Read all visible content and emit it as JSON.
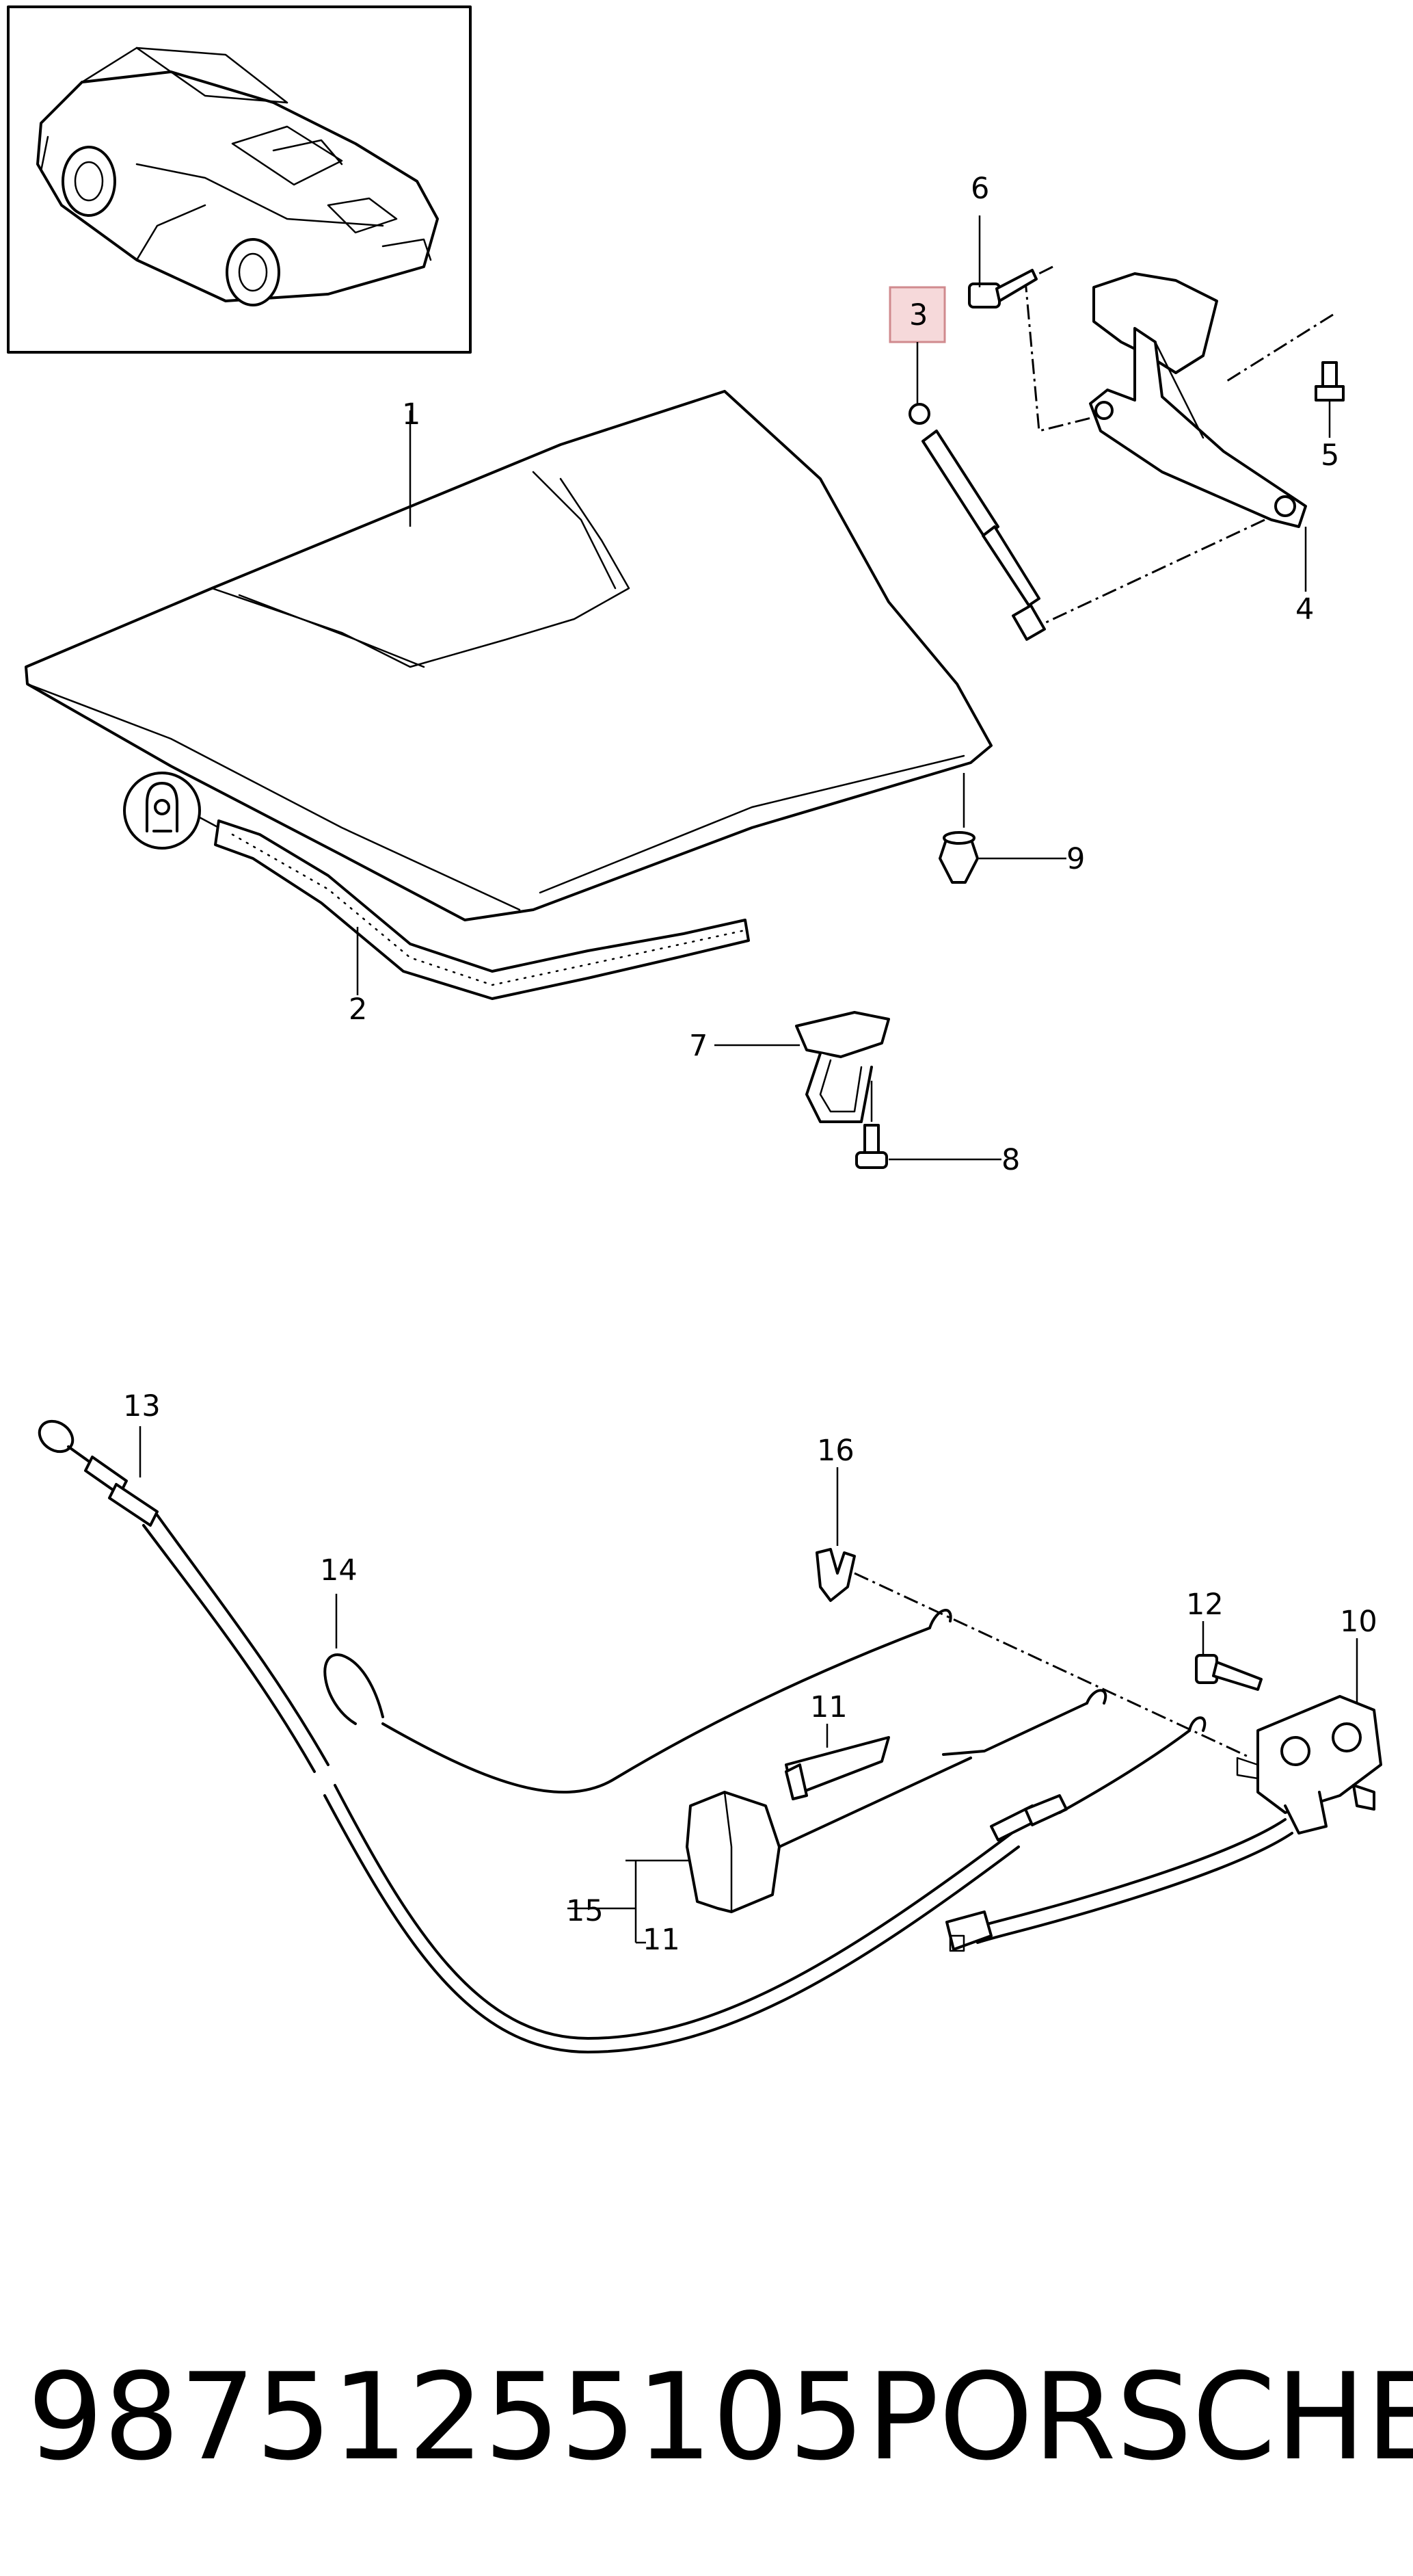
{
  "callouts": {
    "c1": "1",
    "c2": "2",
    "c3": "3",
    "c4": "4",
    "c5": "5",
    "c6": "6",
    "c7": "7",
    "c8": "8",
    "c9": "9",
    "c10": "10",
    "c11a": "11",
    "c11b": "11",
    "c12": "12",
    "c13": "13",
    "c14": "14",
    "c15": "15",
    "c16": "16"
  },
  "highlight_color": "#f6d9da",
  "footer": {
    "part_number": "98751255105",
    "brand": "PORSCHE"
  },
  "icons": {
    "inset": "car-overview-inset",
    "seal_symbol": "adhesive-clip-symbol-icon"
  }
}
